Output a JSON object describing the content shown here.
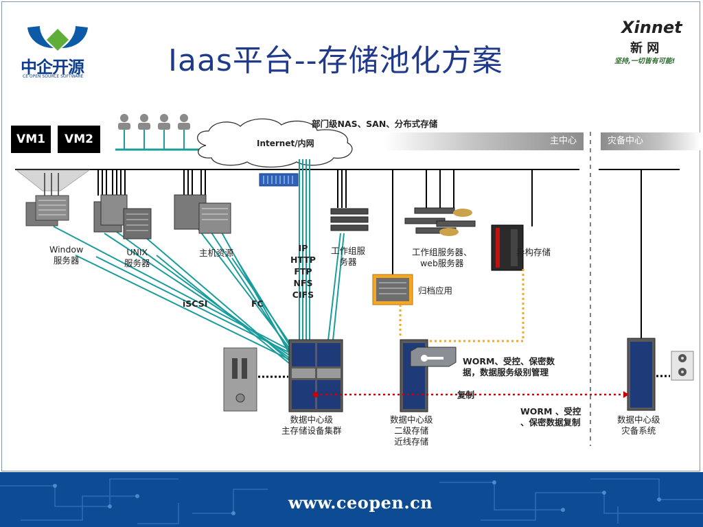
{
  "header": {
    "title": "Iaas平台--存储池化方案",
    "logo_left_text": "中企开源",
    "logo_left_subtext": "CE OPEN SOURCE SOFTWARE",
    "logo_right_text": "Xinnet",
    "logo_right_cn": "新 网",
    "logo_right_slogan": "坚持,一切皆有可能!"
  },
  "vms": [
    "VM1",
    "VM2"
  ],
  "banners": {
    "main": "主中心",
    "dr": "灾备中心"
  },
  "cloud": {
    "top_label": "部门级NAS、SAN、分布式存储",
    "label": "Internet/内网"
  },
  "servers": {
    "window": [
      "Window",
      "服务器"
    ],
    "unix": [
      "UNIX",
      "服务器"
    ],
    "host": "主机资源",
    "workgroup": [
      "工作组服",
      "务器"
    ],
    "workgroup_web": [
      "工作组服务器、",
      "web服务器"
    ],
    "hetero": "异构存储",
    "archive": "归档应用"
  },
  "protocols": [
    "IP",
    "HTTP",
    "FTP",
    "NFS",
    "CIFS"
  ],
  "links": {
    "iscsi": "iSCSI",
    "fc": "FC",
    "replicate": "复制"
  },
  "notes": {
    "worm1": [
      "WORM、受控、保密数",
      "据，数据服务级别管理"
    ],
    "worm2": [
      "WORM 、受控",
      "、保密数据复制"
    ]
  },
  "storage": {
    "primary": [
      "数据中心级",
      "主存储设备集群"
    ],
    "secondary": [
      "数据中心级",
      "二级存储",
      "近线存储"
    ],
    "dr": [
      "数据中心级",
      "灾备系统"
    ]
  },
  "footer": {
    "url": "www.ceopen.cn"
  },
  "colors": {
    "title": "#1f3a8a",
    "teal": "#1a9c9c",
    "orange": "#f5a623",
    "red": "#cc0000",
    "footer": "#0d4b94"
  }
}
